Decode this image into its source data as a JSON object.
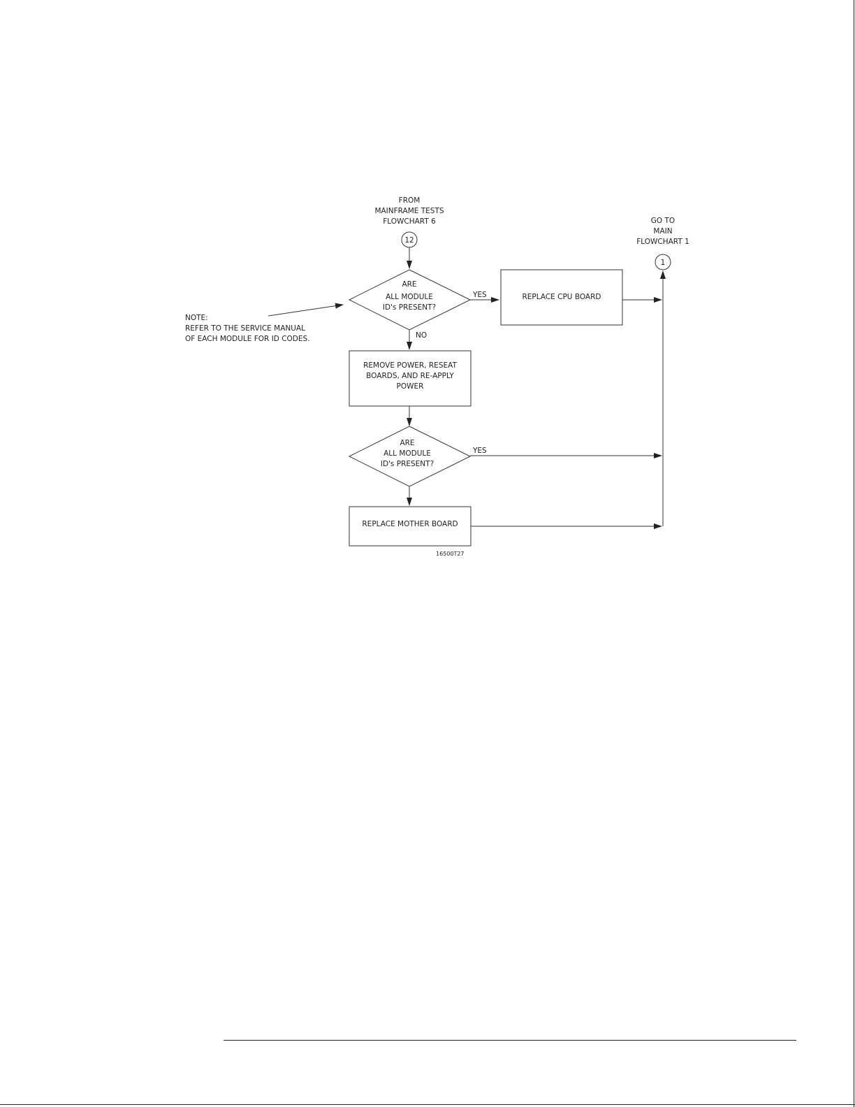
{
  "start_connector": {
    "lines": [
      "FROM",
      "MAINFRAME TESTS",
      "FLOWCHART 6"
    ],
    "number": "12"
  },
  "end_connector": {
    "lines": [
      "GO TO",
      "MAIN",
      "FLOWCHART 1"
    ],
    "number": "1"
  },
  "decision_1": {
    "lines": [
      "ARE",
      "ALL MODULE",
      "ID's PRESENT?"
    ]
  },
  "decision_2": {
    "lines": [
      "ARE",
      "ALL MODULE",
      "ID's PRESENT?"
    ]
  },
  "process_replace_cpu": {
    "text": "REPLACE CPU BOARD"
  },
  "process_reseat": {
    "lines": [
      "REMOVE POWER, RESEAT",
      "BOARDS, AND RE-APPLY",
      "POWER"
    ]
  },
  "process_replace_mother": {
    "text": "REPLACE MOTHER BOARD"
  },
  "labels": {
    "yes_1": "YES",
    "no_1": "NO",
    "yes_2": "YES"
  },
  "note": {
    "lines": [
      "NOTE:",
      "REFER TO THE SERVICE MANUAL",
      "OF EACH MODULE FOR ID CODES."
    ]
  },
  "figure_id": "16500T27"
}
